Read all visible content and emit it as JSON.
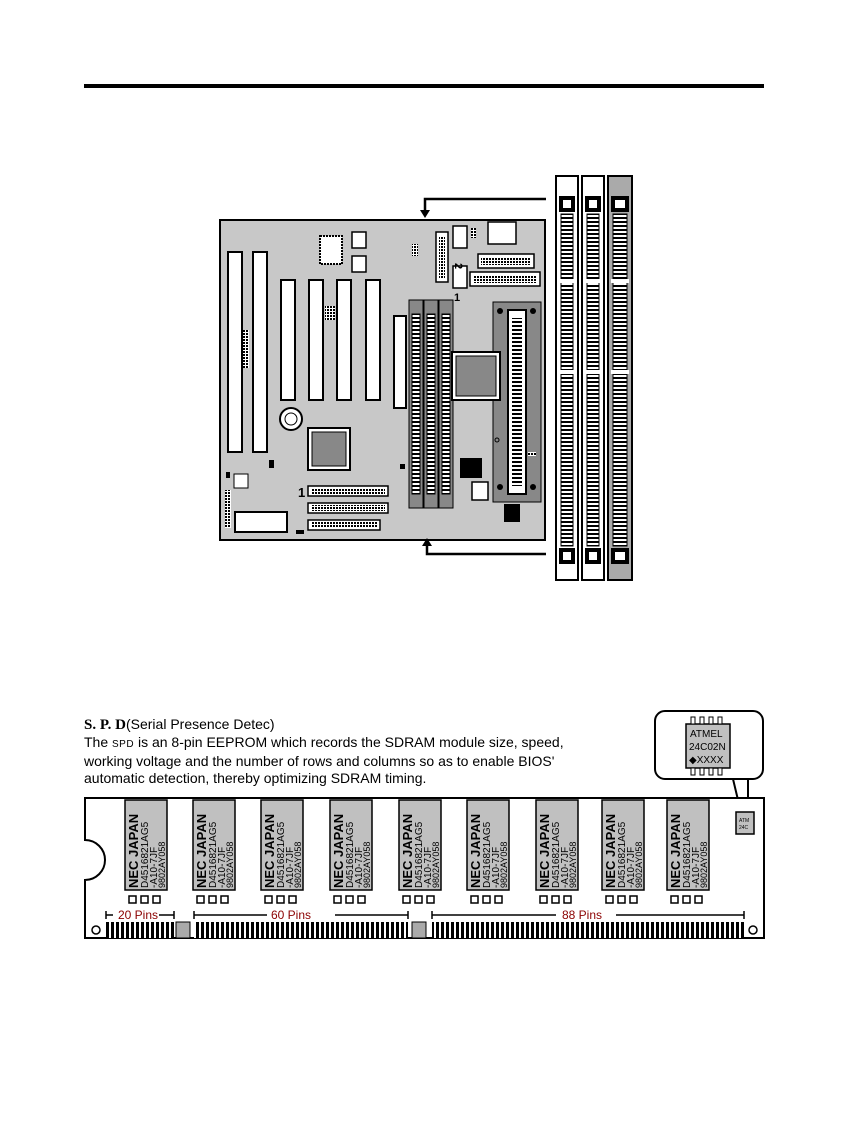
{
  "figure1": {
    "pin1_top": "1",
    "pin2": "2",
    "pin1_mid": "1",
    "pin1_bottom": "1"
  },
  "spd": {
    "title": "S. P. D",
    "subtitle": "(Serial Presence Detec)",
    "the": "The",
    "abbr": "SPD",
    "desc_1": "is an 8-pin EEPROM which records the SDRAM module size, speed,",
    "desc_2": "working voltage and the number of rows and columns so as to enable BIOS'",
    "desc_3": "automatic detection, thereby optimizing SDRAM timing."
  },
  "eeprom": {
    "line1": "ATMEL",
    "line2": "24C02N",
    "line3": "◆XXXX",
    "small1": "ATM",
    "small2": "24C"
  },
  "module": {
    "chip_label_brand": "NEC JAPAN",
    "chip_label_part": "D4516821AG5",
    "chip_label_speed": "-A10-7JF",
    "chip_label_date": "9802AY058",
    "pins_a": "20 Pins",
    "pins_b": "60 Pins",
    "pins_c": "88 Pins"
  },
  "colors": {
    "ink": "#000000",
    "board": "#c8c8c8",
    "slot": "#ffffff",
    "pins_label": "#8b0000",
    "chip": "#c0c0c0"
  }
}
